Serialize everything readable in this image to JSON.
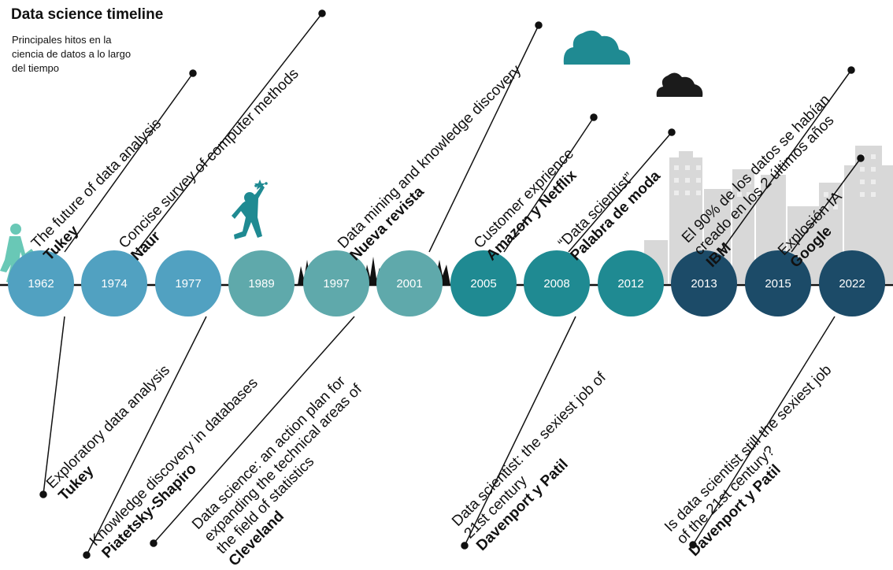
{
  "title": "Data science timeline",
  "subtitle": "Principales hitos en la ciencia de datos a lo largo del tiempo",
  "colors": {
    "teal_light": "#51a1c1",
    "teal_mid": "#5fa9ab",
    "teal": "#1f8a92",
    "navy": "#1c4b68",
    "person": "#69c8b6",
    "jumper": "#1f8a92",
    "city": "#d6d6d6"
  },
  "events": [
    {
      "year": "1962",
      "pos": "top",
      "title": "The future of data analysis",
      "author": "Tukey",
      "color": "teal_light"
    },
    {
      "year": "1962",
      "pos": "bottom",
      "title": "Exploratory data analysis",
      "author": "Tukey",
      "color": "teal_light"
    },
    {
      "year": "1974",
      "pos": "top",
      "title": "Concise survey of computer methods",
      "author": "Naur",
      "color": "teal_light"
    },
    {
      "year": "1977",
      "pos": "bottom",
      "title": "Knowledge discovery in databases",
      "author": "Piatetsky-Shapiro",
      "color": "teal_light"
    },
    {
      "year": "1989",
      "pos": "none",
      "title": "",
      "author": "",
      "color": "teal_mid"
    },
    {
      "year": "1997",
      "pos": "bottom",
      "title": "Data science: an action plan for\nexpanding the technical areas of\nthe field of statistics",
      "author": "Cleveland",
      "color": "teal_mid"
    },
    {
      "year": "2001",
      "pos": "top",
      "title": "Data mining and knowledge discovery",
      "author": "Nueva revista",
      "color": "teal_mid"
    },
    {
      "year": "2005",
      "pos": "top",
      "title": "Customer exprience",
      "author": "Amazon y Netflix",
      "color": "teal"
    },
    {
      "year": "2008",
      "pos": "top",
      "title": "“Data scientist”",
      "author": "Palabra de moda",
      "color": "teal"
    },
    {
      "year": "2008",
      "pos": "bottom",
      "title": "Data scientist: the sexiest job of\n21st century",
      "author": "Davenport y Patil",
      "color": "teal"
    },
    {
      "year": "2012",
      "pos": "none",
      "title": "",
      "author": "",
      "color": "teal"
    },
    {
      "year": "2013",
      "pos": "top",
      "title": "El 90% de los datos se habían\ncreado en los 2 últimos años",
      "author": "IBM",
      "color": "navy"
    },
    {
      "year": "2015",
      "pos": "top",
      "title": "Explosión IA",
      "author": "Google",
      "color": "navy"
    },
    {
      "year": "2015",
      "pos": "bottom",
      "title": "Is data scientist still the sexiest job\nof the 21st century?",
      "author": "Davenport y Patil",
      "color": "navy"
    },
    {
      "year": "2022",
      "pos": "none",
      "title": "",
      "author": "",
      "color": "navy"
    }
  ],
  "icons": [
    "walking-person-icon",
    "jumping-person-icon",
    "teal-cloud-icon",
    "black-cloud-icon",
    "city-skyline-icon",
    "grass-icon"
  ]
}
